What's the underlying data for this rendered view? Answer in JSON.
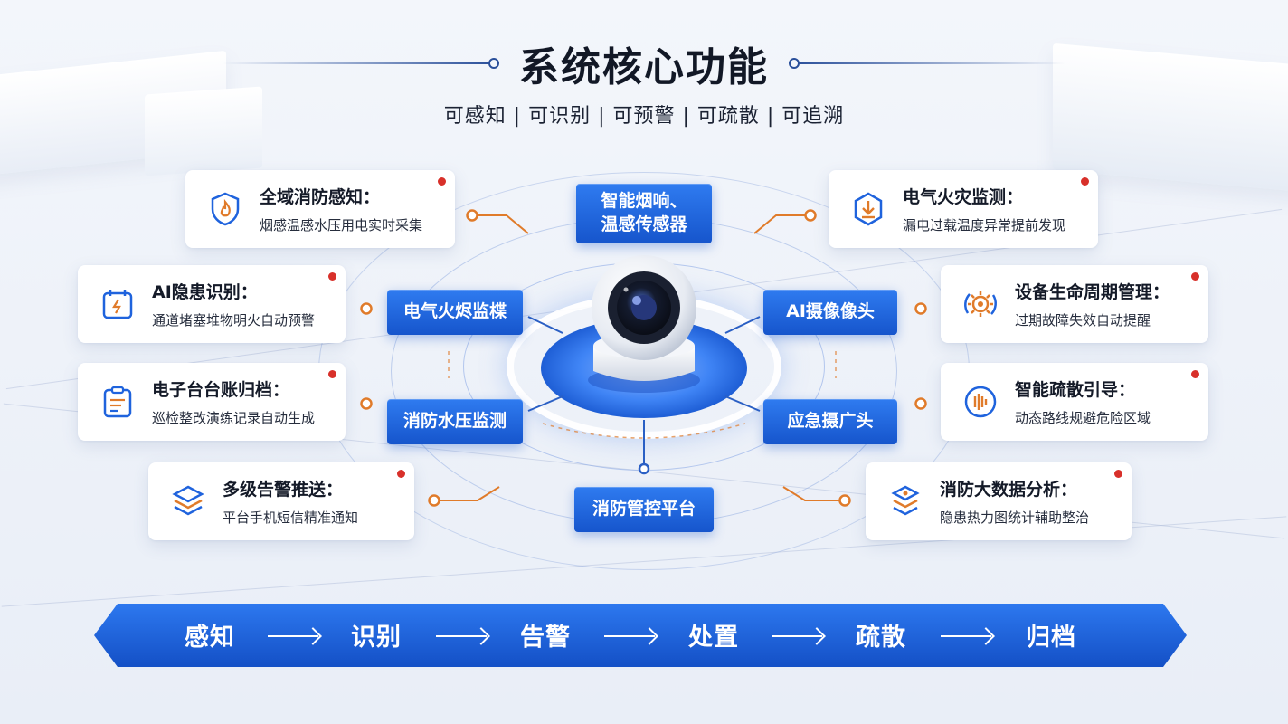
{
  "title": "系统核心功能",
  "subtitle": "可感知 | 可识别 | 可预警 | 可疏散 | 可追溯",
  "nodes": {
    "top": "智能烟响、\n温感传感器",
    "left_upper": "电气火烬监楪",
    "right_upper": "AI摄像像头",
    "left_lower": "消防水压监测",
    "right_lower": "应急摄广头",
    "bottom": "消防管控平台"
  },
  "left_cards": [
    {
      "title": "全域消防感知：",
      "desc": "烟感温感水压用电实时采集",
      "icon": "shield-fire-icon"
    },
    {
      "title": "AI隐患识别：",
      "desc": "通道堵塞堆物明火自动预警",
      "icon": "calendar-alert-icon"
    },
    {
      "title": "电子台台账归档：",
      "desc": "巡检整改演练记录自动生成",
      "icon": "clipboard-list-icon"
    },
    {
      "title": "多级告警推送：",
      "desc": "平台手机短信精准通知",
      "icon": "layers-icon"
    }
  ],
  "right_cards": [
    {
      "title": "电气火灾监测：",
      "desc": "漏电过载温度异常提前发现",
      "icon": "shield-arrow-icon"
    },
    {
      "title": "设备生命周期管理：",
      "desc": "过期故障失效自动提醒",
      "icon": "gear-cycle-icon"
    },
    {
      "title": "智能疏散引导：",
      "desc": "动态路线规避危险区域",
      "icon": "signal-wave-icon"
    },
    {
      "title": "消防大数据分析：",
      "desc": "隐患热力图统计辅助整治",
      "icon": "data-layers-icon"
    }
  ],
  "flow": [
    "感知",
    "识别",
    "告警",
    "处置",
    "疏散",
    "归档"
  ],
  "colors": {
    "primary": "#1f63dd",
    "accent_orange": "#e07b2a",
    "alert_red": "#d8302a",
    "title_dark": "#121826"
  }
}
